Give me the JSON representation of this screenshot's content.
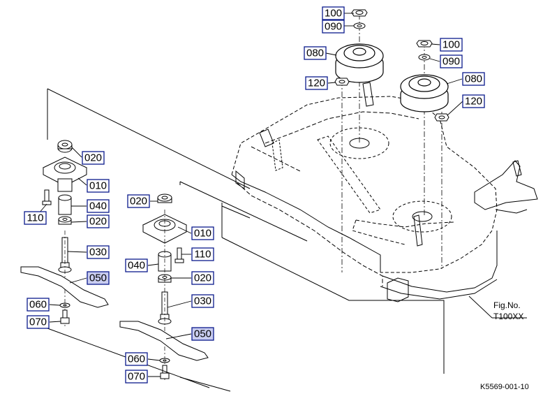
{
  "parts": {
    "p100a": "100",
    "p090a": "090",
    "p080a": "080",
    "p120a": "120",
    "p100b": "100",
    "p090b": "090",
    "p080b": "080",
    "p120b": "120",
    "p020a": "020",
    "p010a": "010",
    "p110a": "110",
    "p040a": "040",
    "p020b": "020",
    "p030a": "030",
    "p050a": "050",
    "p060a": "060",
    "p070a": "070",
    "p020c": "020",
    "p010b": "010",
    "p110b": "110",
    "p040b": "040",
    "p020d": "020",
    "p030b": "030",
    "p050b": "050",
    "p060b": "060",
    "p070b": "070"
  },
  "figure": {
    "label_line1": "Fig.No.",
    "label_line2": "T100XX",
    "code": "K5569-001-10"
  },
  "colors": {
    "callout_border": "#0a1a8c",
    "highlight_fill": "#c9cdf0"
  }
}
